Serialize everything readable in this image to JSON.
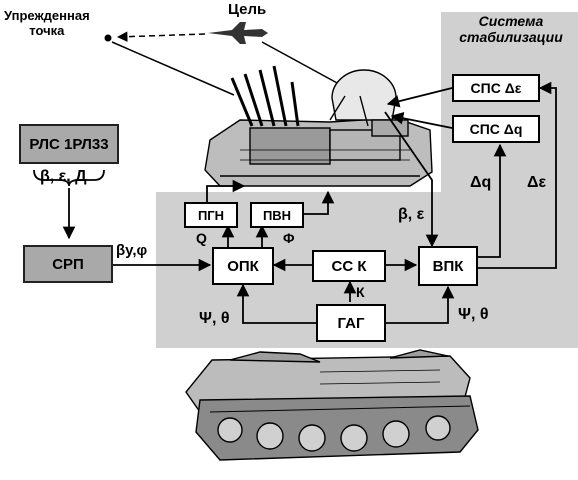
{
  "target_label": "Цель",
  "intercept_point_label": [
    "Упрежденная",
    "точка"
  ],
  "stabilization_panel_title": [
    "Система",
    "стабилизации"
  ],
  "blocks": {
    "radar": "РЛС 1РЛ33",
    "srp": "СРП",
    "opk": "ОПК",
    "ssk": "СС К",
    "vpk": "ВПК",
    "gag": "ГАГ",
    "pgn": "ПГН",
    "pvn": "ПВН",
    "sps_eps": "СПС Δε",
    "sps_q": "СПС Δq"
  },
  "signals": {
    "radar_out": "β, ε, Д",
    "srp_out": "βу,φ",
    "q": "Q",
    "phi": "Φ",
    "beta_eps": "β, ε",
    "k": "К",
    "psi_theta_left": "Ψ, θ",
    "psi_theta_right": "Ψ, θ",
    "dq": "Δq",
    "deps": "Δε"
  },
  "colors": {
    "panel_gray": "#d0d0d0",
    "block_dark": "#a9a9a9",
    "line": "#000000"
  }
}
